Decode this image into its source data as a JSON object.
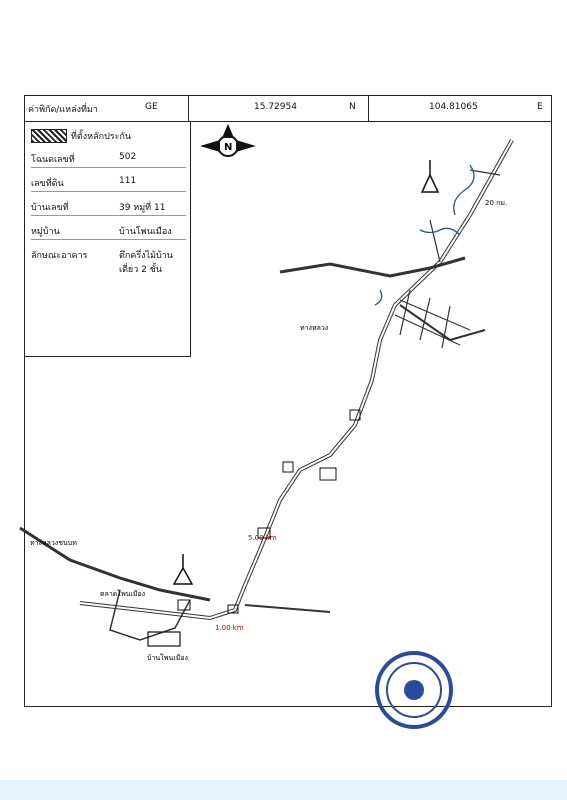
{
  "header": {
    "location_label": "ค่าพิกัด/แหล่งที่มา",
    "grid_zone": "GE",
    "latitude": "15.72954",
    "lat_hemisphere": "N",
    "longitude": "104.81065",
    "lon_hemisphere": "E"
  },
  "legend": {
    "marker_label": "ที่ตั้งหลักประกัน"
  },
  "property_info": [
    {
      "label": "โฉนดเลขที่",
      "value": "502"
    },
    {
      "label": "เลขที่ดิน",
      "value": "111"
    },
    {
      "label": "บ้านเลขที่",
      "value": "39  หมู่ที่  11"
    },
    {
      "label": "หมู่บ้าน",
      "value": "บ้านโพนเมือง"
    },
    {
      "label": "ลักษณะอาคาร",
      "value": "ตึกครึ่งไม้บ้านเดี่ยว 2 ชั้น"
    }
  ],
  "compass": {
    "letter": "N"
  },
  "map_labels": {
    "market": "ตลาดโพนเมือง",
    "village": "บ้านโพนเมือง",
    "distance_1": "1.00 km",
    "distance_2": "5.00 km",
    "road_top": "ทางหลวง",
    "road_left": "ทางหลวงชนบท",
    "km_marker": "20 กม."
  },
  "colors": {
    "road": "#333333",
    "river": "#2b4f9a",
    "stamp": "#2a4aa0",
    "strip": "#e3f3fb"
  }
}
